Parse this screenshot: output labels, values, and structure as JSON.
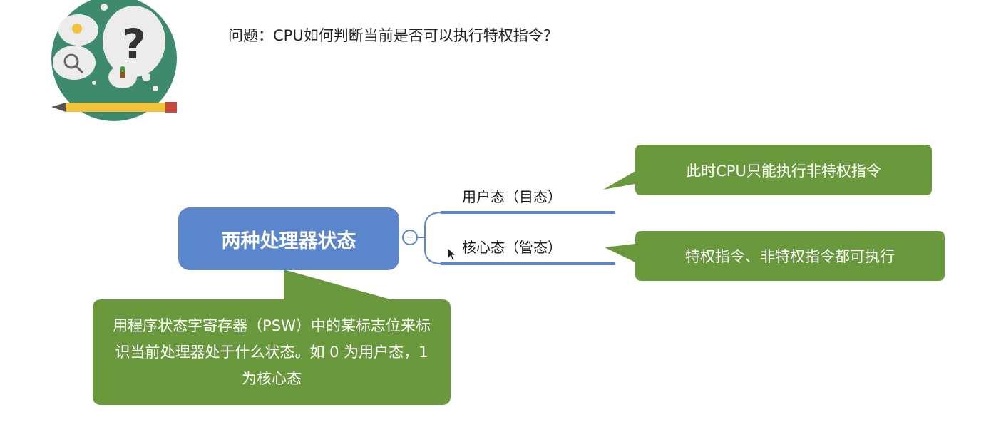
{
  "question": "问题：CPU如何判断当前是否可以执行特权指令？",
  "root": {
    "label": "两种处理器状态"
  },
  "collapse_symbol": "−",
  "branches": [
    {
      "label": "用户态（目态）",
      "note": "此时CPU只能执行非特权指令"
    },
    {
      "label": "核心态（管态）",
      "note": "特权指令、非特权指令都可执行"
    }
  ],
  "explanation": "用程序状态字寄存器（PSW）中的某标志位来标识当前处理器处于什么状态。如 0 为用户态，1 为核心态",
  "icons": {
    "badge": "thinking-question-icon",
    "pencil": "pencil-icon"
  },
  "colors": {
    "root_node": "#5b86cc",
    "callout": "#6a983c",
    "branch_line": "#5b86cc",
    "badge_circle": "#3e8a6c",
    "pencil": "#f2c23b"
  }
}
